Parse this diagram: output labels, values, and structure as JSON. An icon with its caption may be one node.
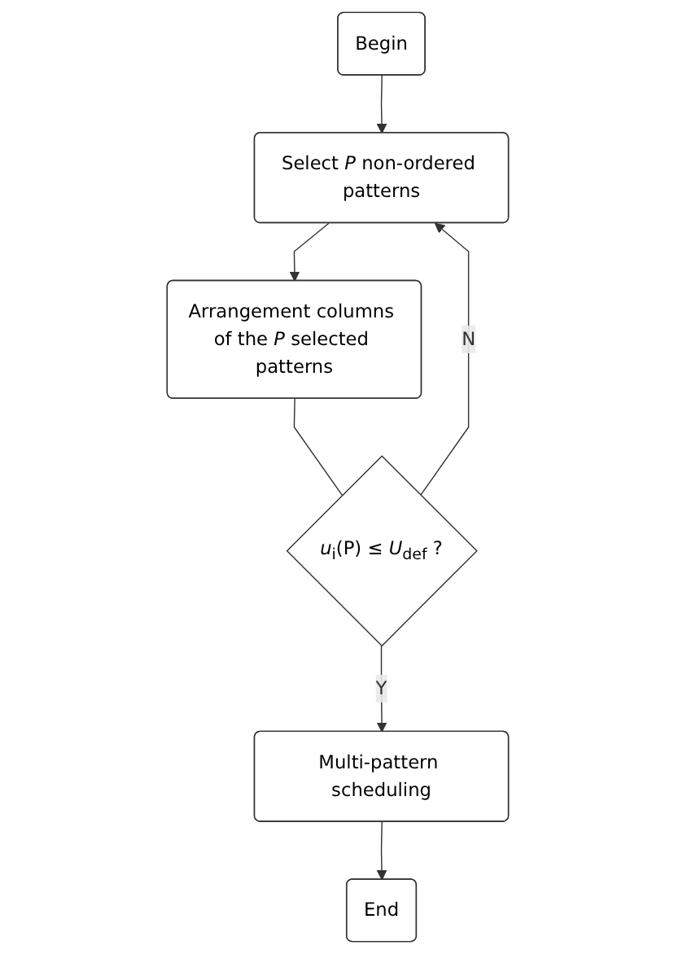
{
  "diagram": {
    "nodes": [
      {
        "text": [
          "Begin"
        ]
      },
      {
        "text": [
          "Select *P* non-ordered patterns"
        ]
      },
      {
        "text": [
          "Arrangement columns of the *P* selected patterns"
        ]
      },
      {
        "text": [
          "*u*$_{i}$(P) ≤ *U*$_{def}$ ?"
        ]
      },
      {
        "text": [
          "Multi-pattern scheduling"
        ]
      },
      {
        "text": [
          "End"
        ]
      }
    ],
    "edges": [
      {
        "from": 0,
        "to": 1,
        "arrow": "to"
      },
      {
        "from": 1,
        "to": 2,
        "arrow": "to"
      },
      {
        "from": 2,
        "to": 3,
        "arrow": "none"
      },
      {
        "from": 3,
        "to": 4,
        "arrow": "to",
        "label": "Y"
      },
      {
        "from": 4,
        "to": 5,
        "arrow": "to"
      },
      {
        "from": 3,
        "to": 1,
        "arrow": "to",
        "label": "N"
      }
    ]
  }
}
